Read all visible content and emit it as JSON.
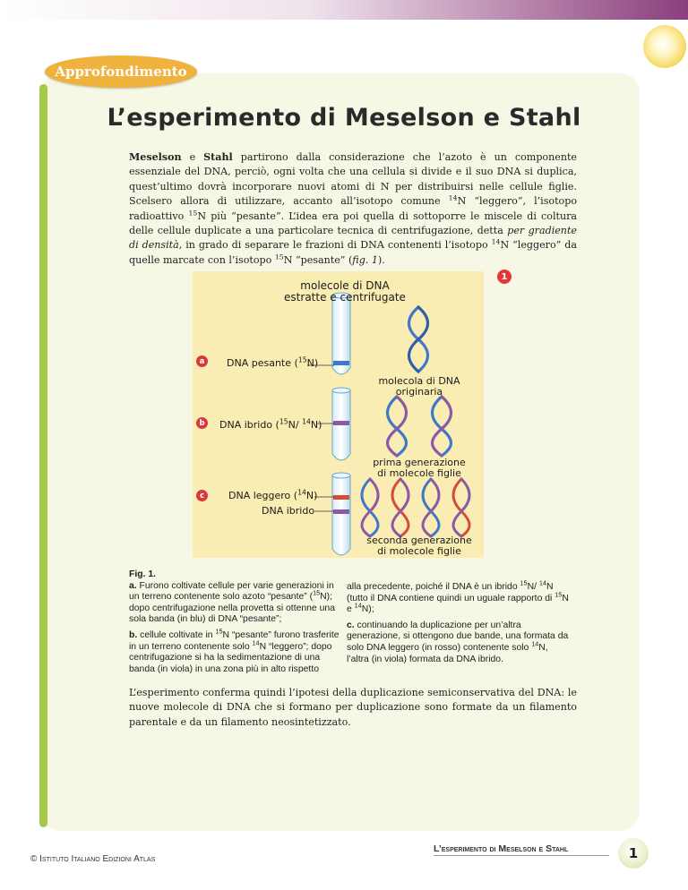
{
  "badge": "Approfondimento",
  "title": "L’esperimento di Meselson e Stahl",
  "intro": {
    "n1": "Meselson",
    "t1": " e ",
    "n2": "Stahl",
    "t2": " partirono dalla considerazione che l’azoto è un componente essenziale del DNA, perciò, ogni volta che una cellula si divide e il suo DNA si duplica, quest’ultimo dovrà incorporare nuovi atomi di N per distribuirsi nelle cellule figlie. Scelsero allora di utilizzare, accanto all’isotopo comune ",
    "sup1": "14",
    "t3": "N “leggero”, l’isotopo radioattivo ",
    "sup2": "15",
    "t4": "N più “pesante”. L’idea era poi quella di sottoporre le miscele di coltura delle cellule duplicate a una particolare tecnica di centrifugazione, detta ",
    "em1": "per gradiente di densità",
    "t5": ", in grado di separare le frazioni di DNA contenenti l’isotopo ",
    "sup3": "14",
    "t6": "N “leggero” da quelle marcate con l’isotopo ",
    "sup4": "15",
    "t7": "N “pesante” (",
    "em2": "fig. 1",
    "t8": ")."
  },
  "figure": {
    "number": "1",
    "top_label_1": "molecole di DNA",
    "top_label_2": "estratte e centrifugate",
    "rows": [
      {
        "letter": "a",
        "pre": "DNA pesante (",
        "sup_a": "15",
        "post": "N)"
      },
      {
        "letter": "b",
        "pre": "DNA ibrido (",
        "sup_a": "15",
        "mid": "N/ ",
        "sup_b": "14",
        "post": "N)"
      },
      {
        "letter": "c",
        "pre": "DNA leggero (",
        "sup_a": "14",
        "post": "N)",
        "sub": "DNA ibrido"
      }
    ],
    "label_original_1": "molecola di DNA",
    "label_original_2": "originaria",
    "label_first_1": "prima generazione",
    "label_first_2": "di molecole figlie",
    "label_second_1": "seconda generazione",
    "label_second_2": "di molecole figlie",
    "colors": {
      "heavy": "#3f78c8",
      "light": "#d84a3a",
      "hybrid": "#8a5aa6",
      "background": "#faedb3"
    }
  },
  "caption": {
    "title": "Fig. 1.",
    "a_letter": "a.",
    "a1": " Furono coltivate cellule per varie generazioni in un terreno contenente solo azoto “pesante” (",
    "a_sup": "15",
    "a2": "N); dopo centrifugazione nella provetta si ottenne una sola banda (in blu) di DNA “pesante”;",
    "b_letter": "b.",
    "b1": " cellule coltivate in ",
    "b_sup1": "15",
    "b2": "N “pesante” furono trasferite in un terreno contenente solo ",
    "b_sup2": "14",
    "b3": "N “leggero”; dopo centrifugazione si ha la sedimentazione di una banda (in viola) in una zona più in alto rispetto",
    "r1": "alla precedente, poiché il DNA è un ibrido ",
    "r_sup1": "15",
    "r2": "N/ ",
    "r_sup2": "14",
    "r3": "N (tutto il DNA contiene quindi un uguale rapporto di ",
    "r_sup3": "15",
    "r4": "N e ",
    "r_sup4": "14",
    "r5": "N);",
    "c_letter": "c.",
    "c1": " continuando la duplicazione per un’altra generazione, si ottengono due bande, una formata da solo DNA leggero (in rosso) contenente solo ",
    "c_sup": "14",
    "c2": "N, l’altra (in viola) formata da DNA ibrido."
  },
  "outro": "L’esperimento conferma quindi l’ipotesi della duplicazione semiconservativa del DNA: le nuove molecole di DNA che si formano per duplicazione sono formate da un filamento parentale e da un filamento neosintetizzato.",
  "footer": {
    "publisher": "© Istituto Italiano Edizioni Atlas",
    "running_title": "L’esperimento di Meselson e Stahl",
    "page": "1"
  }
}
